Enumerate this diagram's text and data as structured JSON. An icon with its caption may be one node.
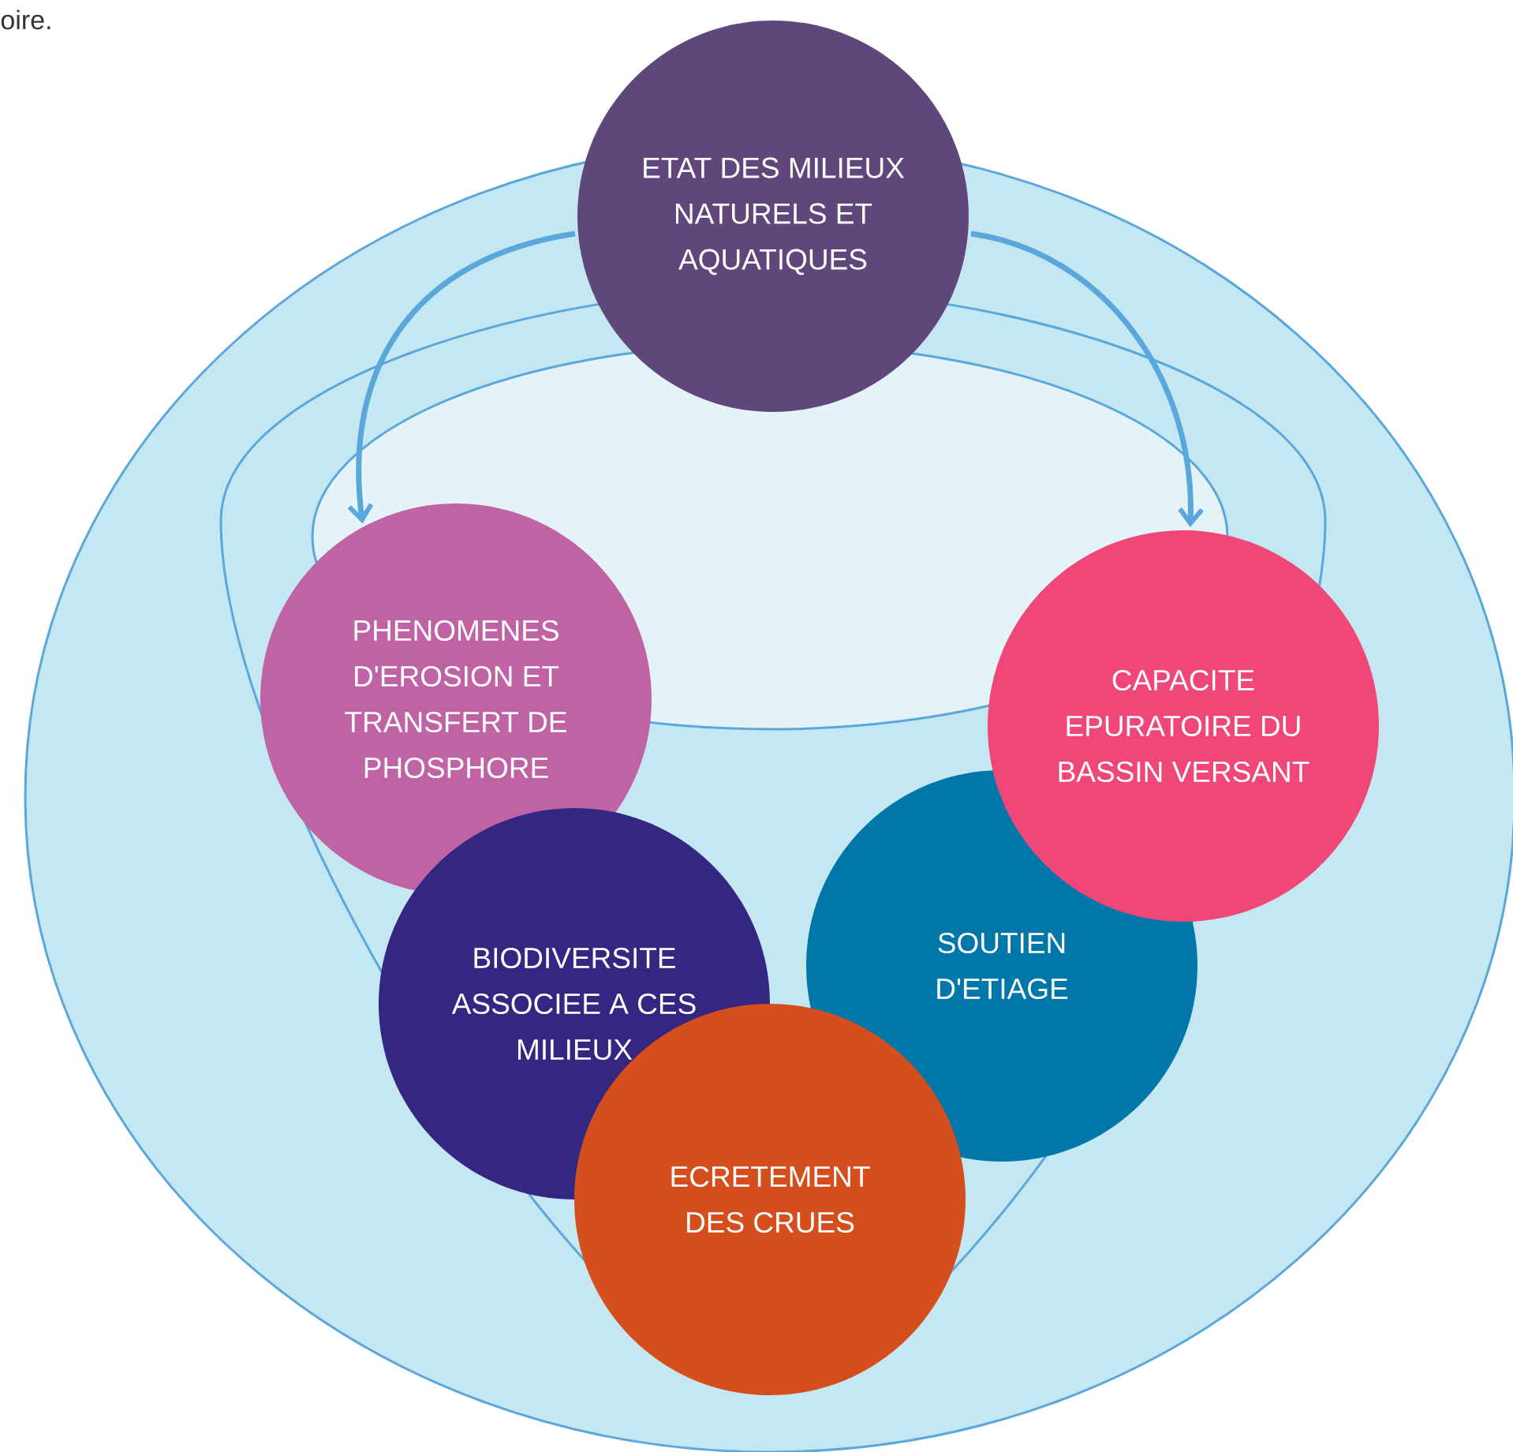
{
  "diagram": {
    "nodes": [
      {
        "text": [
          "ETAT DES MILIEUX NATURELS ET AQUATIQUES"
        ]
      },
      {
        "text": [
          "PHENOMENES D'EROSION ET TRANSFERT DE PHOSPHORE"
        ]
      },
      {
        "text": [
          "CAPACITE EPURATOIRE DU BASSIN VERSANT"
        ]
      },
      {
        "text": [
          "SOUTIEN D'ETIAGE"
        ]
      },
      {
        "text": [
          "BIODIVERSITE ASSOCIEE A CES MILIEUX"
        ]
      },
      {
        "text": [
          "ECRETEMENT DES CRUES"
        ]
      }
    ],
    "edges": [
      {
        "from": 0,
        "to": 1,
        "arrow": "to"
      },
      {
        "from": 0,
        "to": 2,
        "arrow": "to"
      }
    ],
    "labels": [
      "oire."
    ]
  }
}
